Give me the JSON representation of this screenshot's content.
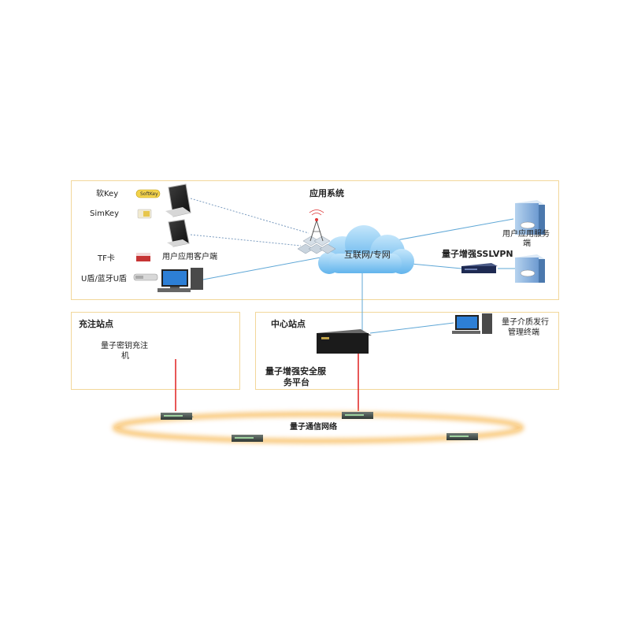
{
  "app_system": {
    "title": "应用系统",
    "soft_key": "软Key",
    "soft_key_logo_text": "SoftKey",
    "sim_key": "SimKey",
    "tf_card": "TF卡",
    "u_shield": "U盾/蓝牙U盾",
    "client": "用户应用客户端",
    "internet": "互联网/专网",
    "vpn": "量子增强SSLVPN",
    "server_line1": "用户应用服务",
    "server_line2": "端"
  },
  "charge_site": {
    "title": "充注站点",
    "device_line1": "量子密钥充注",
    "device_line2": "机"
  },
  "center_site": {
    "title": "中心站点",
    "platform_line1": "量子增强安全服",
    "platform_line2": "务平台",
    "issuer_line1": "量子介质发行",
    "issuer_line2": "管理终端"
  },
  "network": {
    "label": "量子通信网络"
  }
}
